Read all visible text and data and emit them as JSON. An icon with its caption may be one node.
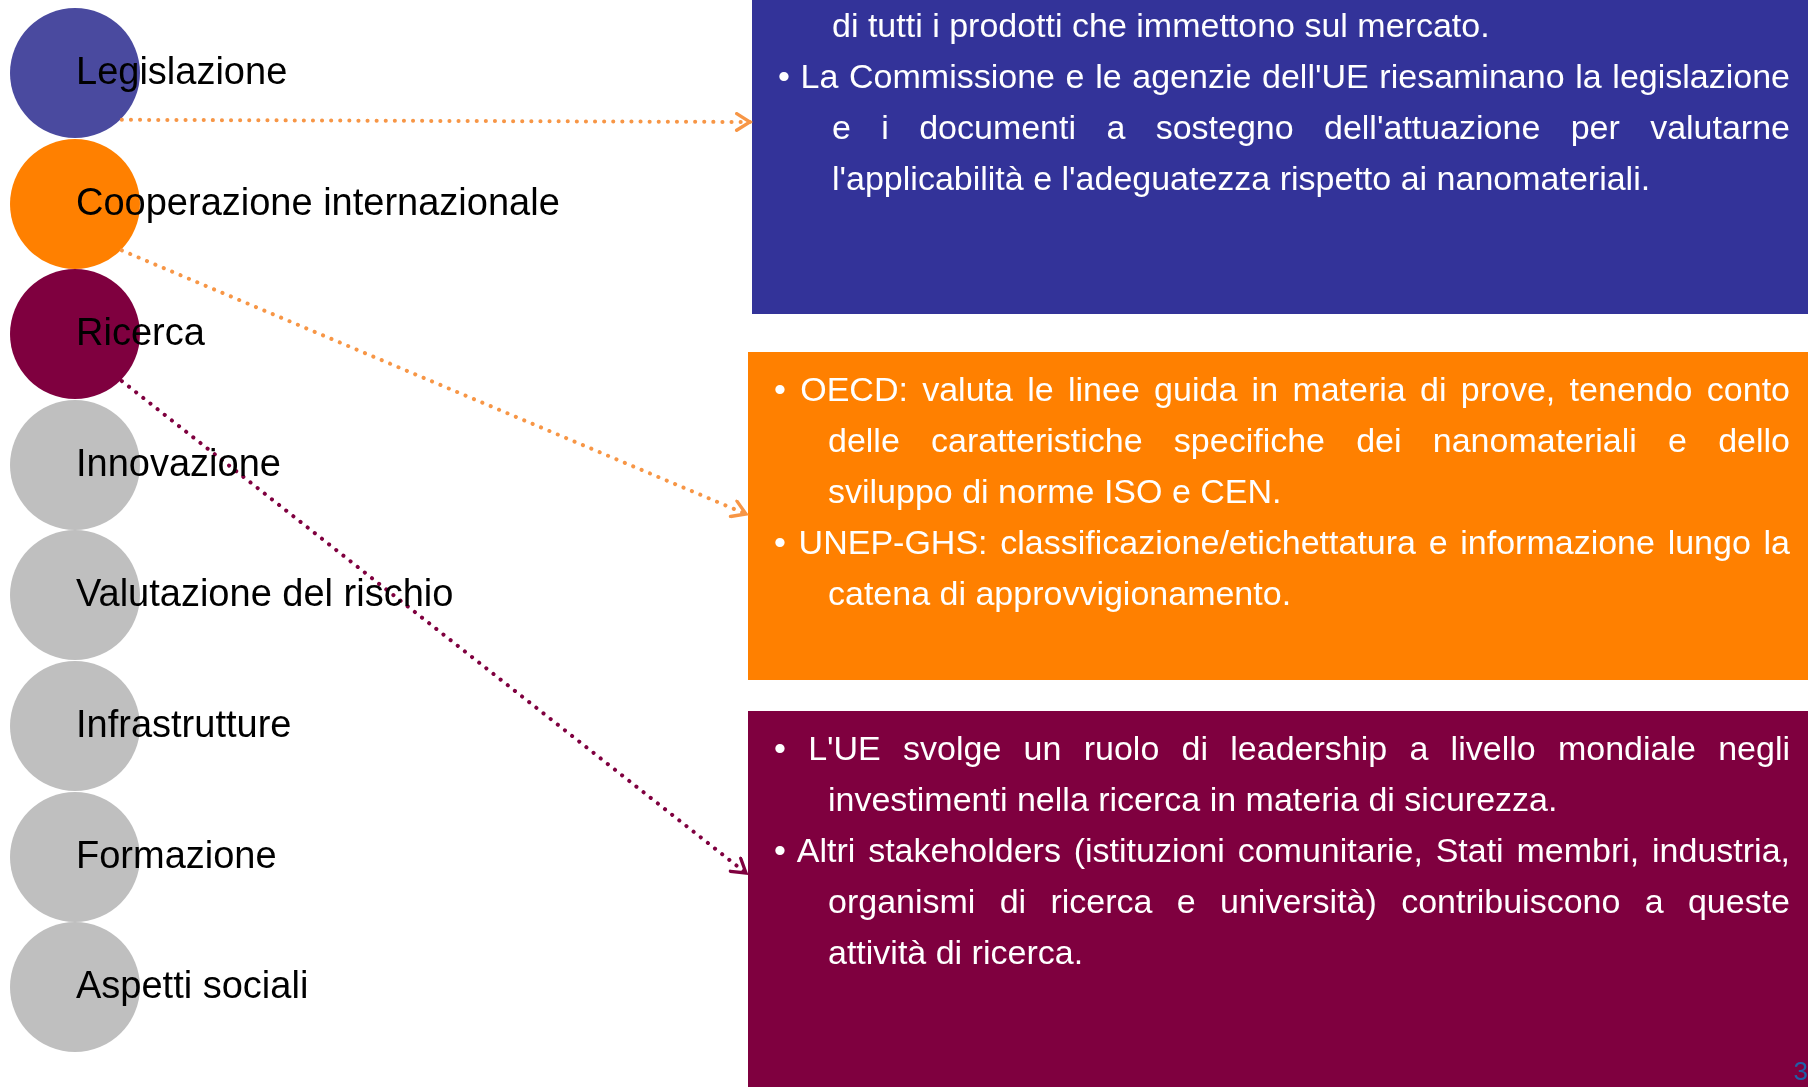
{
  "diagram": {
    "nodes": [
      {
        "text": [
          "Legislazione"
        ]
      },
      {
        "text": [
          "Cooperazione internazionale"
        ]
      },
      {
        "text": [
          "Ricerca"
        ]
      },
      {
        "text": [
          "Innovazione"
        ]
      },
      {
        "text": [
          "Valutazione del rischio"
        ]
      },
      {
        "text": [
          "Infrastrutture"
        ]
      },
      {
        "text": [
          "Formazione"
        ]
      },
      {
        "text": [
          "Aspetti sociali"
        ]
      },
      {
        "text": [
          "di tutti i prodotti che immettono sul mercato.",
          "• La Commissione e le agenzie dell'UE riesaminano la legislazione e i documenti a sostegno dell'attuazione per valutarne l'applicabilità e l'adeguatezza rispetto ai nanomateriali."
        ]
      },
      {
        "text": [
          "• OECD: valuta le linee guida in materia di prove, tenendo conto delle caratteristiche specifiche dei nanomateriali e dello sviluppo di norme ISO e CEN.",
          "• UNEP-GHS: classificazione/etichettatura e informazione lungo la catena di approvvigionamento."
        ]
      },
      {
        "text": [
          "• L'UE svolge un ruolo di leadership a livello mondiale negli investimenti nella ricerca in materia di sicurezza.",
          "• Altri stakeholders (istituzioni comunitarie, Stati membri, industria, organismi di ricerca e università) contribuiscono a queste attività di ricerca."
        ]
      }
    ],
    "edges": [
      {
        "from": 0,
        "to": 8,
        "arrow": "to",
        "style": "dashed"
      },
      {
        "from": 1,
        "to": 9,
        "arrow": "to",
        "style": "dashed"
      },
      {
        "from": 2,
        "to": 10,
        "arrow": "to",
        "style": "dashed",
        "color": "#7f003f"
      }
    ],
    "labels": [
      "3"
    ]
  }
}
